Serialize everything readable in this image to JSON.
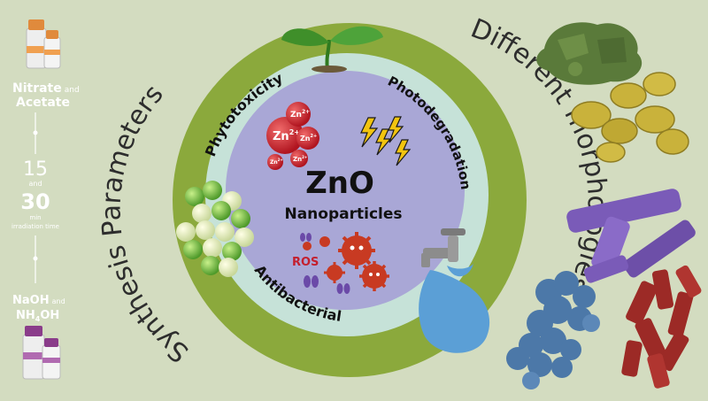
{
  "colors": {
    "background": "#d3dcc0",
    "outer_ring": "#8ba93c",
    "inner_band": "#c6e2d8",
    "core": "#a9a7d6",
    "sidebar_text": "#ffffff",
    "zn_red": "#c41f2d",
    "bolt_yellow": "#f2c40f",
    "water_blue": "#5b9fd6"
  },
  "sidebar": {
    "precursor_1": "Nitrate",
    "precursor_and_1": "and",
    "precursor_2": "Acetate",
    "time_value_1": "15",
    "time_and": "and",
    "time_value_2": "30",
    "time_unit": "min",
    "time_caption": "irradiation time",
    "base_1": "NaOH",
    "base_and": "and",
    "base_2_prefix": "NH",
    "base_2_sub": "4",
    "base_2_suffix": "OH"
  },
  "ring": {
    "left_label": "Synthesis Parameters",
    "right_label": "Different morphologies"
  },
  "band": {
    "top_left": "Phytotoxicity",
    "top_right": "Photodegradation",
    "bottom": "Antibacterial"
  },
  "core": {
    "title": "ZnO",
    "subtitle": "Nanoparticles",
    "ros_label": "ROS",
    "ion_label": "Zn",
    "ion_charge": "2+"
  },
  "icons": {
    "vials_top": "chemical-vials-icon",
    "vials_bottom": "chemical-vials-icon",
    "seedling": "seedling-icon",
    "lightning": "lightning-icon",
    "faucet": "water-faucet-icon",
    "nanoparticle_spheres": "nanoparticle-spheres-icon",
    "ros_virus": "ros-virus-icon"
  },
  "morphologies": [
    {
      "name": "green-morphology",
      "color": "#5a7a3a"
    },
    {
      "name": "yellow-morphology",
      "color": "#c9b23b"
    },
    {
      "name": "purple-morphology",
      "color": "#7a5bb8"
    },
    {
      "name": "blue-morphology",
      "color": "#4c78a8"
    },
    {
      "name": "red-morphology",
      "color": "#9c2a26"
    }
  ]
}
